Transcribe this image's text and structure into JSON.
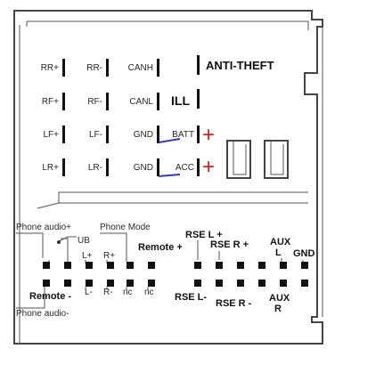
{
  "connector": {
    "upper": {
      "col1": [
        "RR+",
        "RF+",
        "LF+",
        "LR+"
      ],
      "col2": [
        "RR-",
        "RF-",
        "LF-",
        "LR-"
      ],
      "col3": [
        "CANH",
        "CANL",
        "GND",
        "GND"
      ],
      "anti_theft": "ANTI-THEFT",
      "ill": "ILL",
      "batt": "BATT",
      "acc": "ACC",
      "plus_symbol": "+"
    },
    "lower": {
      "phone_audio_plus": "Phone audio+",
      "ub": "UB",
      "l_plus": "L+",
      "r_plus": "R+",
      "phone_mode": "Phone Mode",
      "remote_plus": "Remote +",
      "rse_l_plus": "RSE L +",
      "rse_r_plus": "RSE R +",
      "aux_l_top": "AUX",
      "aux_l_bottom": "L",
      "gnd": "GND",
      "remote_minus": "Remote -",
      "l_minus": "L-",
      "r_minus": "R-",
      "nc1": "nc",
      "nc2": "nc",
      "phone_audio_minus": "Phone audio-",
      "rse_l_minus": "RSE L-",
      "rse_r_minus": "RSE R -",
      "aux_r_top": "AUX",
      "aux_r_bottom": "R"
    }
  }
}
